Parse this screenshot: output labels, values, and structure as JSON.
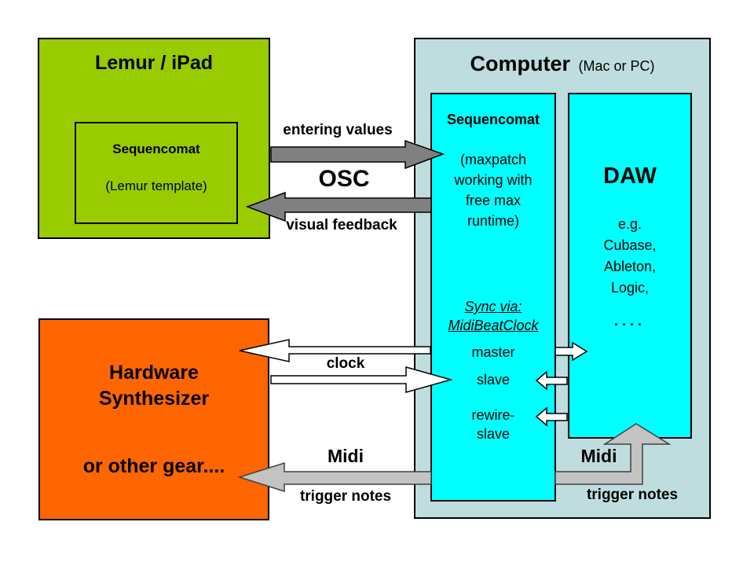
{
  "colors": {
    "lemur_green": "#99CC00",
    "hardware_orange": "#FF6600",
    "computer_panel": "#BFDDDE",
    "module_cyan": "#00FFFF",
    "osc_arrow_gray": "#808080",
    "midi_arrow_gray": "#C3C3C3",
    "sync_arrow_white": "#FFFFFF"
  },
  "lemur": {
    "title": "Lemur / iPad",
    "module": {
      "title": "Sequencomat",
      "subtitle": "(Lemur template)"
    }
  },
  "computer": {
    "title": "Computer",
    "title_suffix": "(Mac or PC)",
    "sequencomat": {
      "title": "Sequencomat",
      "body_lines": [
        "(maxpatch",
        "working with",
        "free max",
        "runtime)"
      ],
      "sync_title_line1": "Sync via:",
      "sync_title_line2": "MidiBeatClock",
      "mode_master": "master",
      "mode_slave": "slave",
      "mode_rewire_line1": "rewire-",
      "mode_rewire_line2": "slave"
    },
    "daw": {
      "title": "DAW",
      "body_lines": [
        "e.g.",
        "Cubase,",
        "Ableton,",
        "Logic,"
      ],
      "ellipsis": "...."
    }
  },
  "hardware": {
    "title_line1": "Hardware",
    "title_line2": "Synthesizer",
    "subtitle": "or other gear...."
  },
  "links": {
    "osc": {
      "label_top": "entering values",
      "label_mid": "OSC",
      "label_bottom": "visual feedback"
    },
    "clock": {
      "label": "clock"
    },
    "midi_hardware": {
      "label": "Midi",
      "sublabel": "trigger notes"
    },
    "midi_daw": {
      "label": "Midi",
      "sublabel": "trigger notes"
    }
  }
}
